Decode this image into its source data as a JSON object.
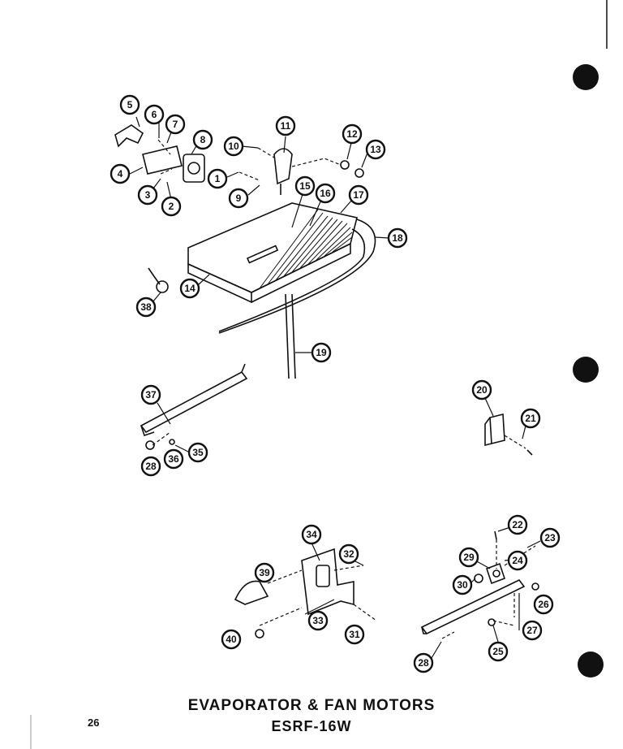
{
  "title": "EVAPORATOR & FAN MOTORS",
  "model": "ESRF-16W",
  "page_number": "26",
  "callouts": [
    {
      "label": "5"
    },
    {
      "label": "6"
    },
    {
      "label": "7"
    },
    {
      "label": "8"
    },
    {
      "label": "4"
    },
    {
      "label": "3"
    },
    {
      "label": "2"
    },
    {
      "label": "10"
    },
    {
      "label": "11"
    },
    {
      "label": "12"
    },
    {
      "label": "13"
    },
    {
      "label": "1"
    },
    {
      "label": "9"
    },
    {
      "label": "15"
    },
    {
      "label": "16"
    },
    {
      "label": "17"
    },
    {
      "label": "18"
    },
    {
      "label": "14"
    },
    {
      "label": "38"
    },
    {
      "label": "19"
    },
    {
      "label": "37"
    },
    {
      "label": "28"
    },
    {
      "label": "36"
    },
    {
      "label": "35"
    },
    {
      "label": "20"
    },
    {
      "label": "21"
    },
    {
      "label": "34"
    },
    {
      "label": "32"
    },
    {
      "label": "39"
    },
    {
      "label": "33"
    },
    {
      "label": "40"
    },
    {
      "label": "31"
    },
    {
      "label": "22"
    },
    {
      "label": "23"
    },
    {
      "label": "29"
    },
    {
      "label": "24"
    },
    {
      "label": "30"
    },
    {
      "label": "26"
    },
    {
      "label": "27"
    },
    {
      "label": "25"
    },
    {
      "label": "28"
    }
  ]
}
